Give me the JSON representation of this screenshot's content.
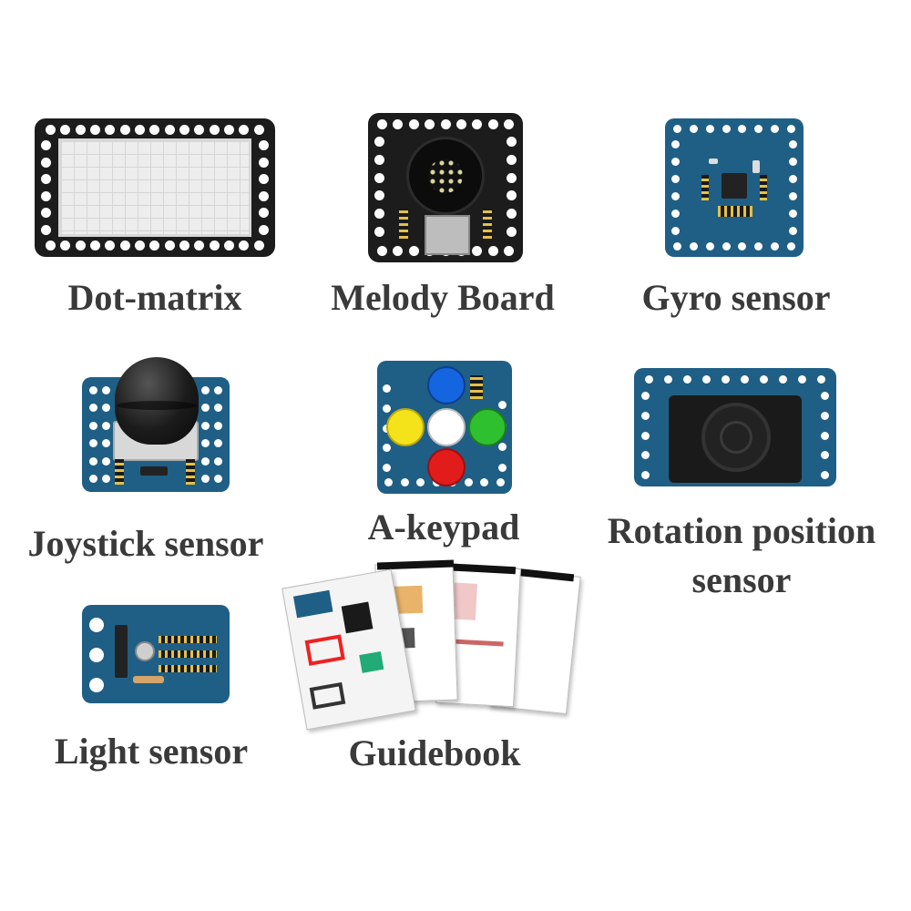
{
  "items": [
    {
      "id": "dot-matrix",
      "label": "Dot-matrix"
    },
    {
      "id": "melody-board",
      "label": "Melody Board"
    },
    {
      "id": "gyro-sensor",
      "label": "Gyro sensor"
    },
    {
      "id": "joystick-sensor",
      "label": "Joystick sensor"
    },
    {
      "id": "a-keypad",
      "label": "A-keypad"
    },
    {
      "id": "rotation-position-sensor",
      "label_line1": "Rotation position",
      "label_line2": "sensor"
    },
    {
      "id": "light-sensor",
      "label": "Light sensor"
    },
    {
      "id": "guidebook",
      "label": "Guidebook"
    }
  ],
  "colors": {
    "board_black": "#1c1c1c",
    "board_blue": "#1f5f86",
    "label_text": "#3a3a3a",
    "keypad_blue": "#1565e0",
    "keypad_yellow": "#f4e21a",
    "keypad_white": "#ffffff",
    "keypad_green": "#2fc02f",
    "keypad_red": "#e21b1b"
  }
}
